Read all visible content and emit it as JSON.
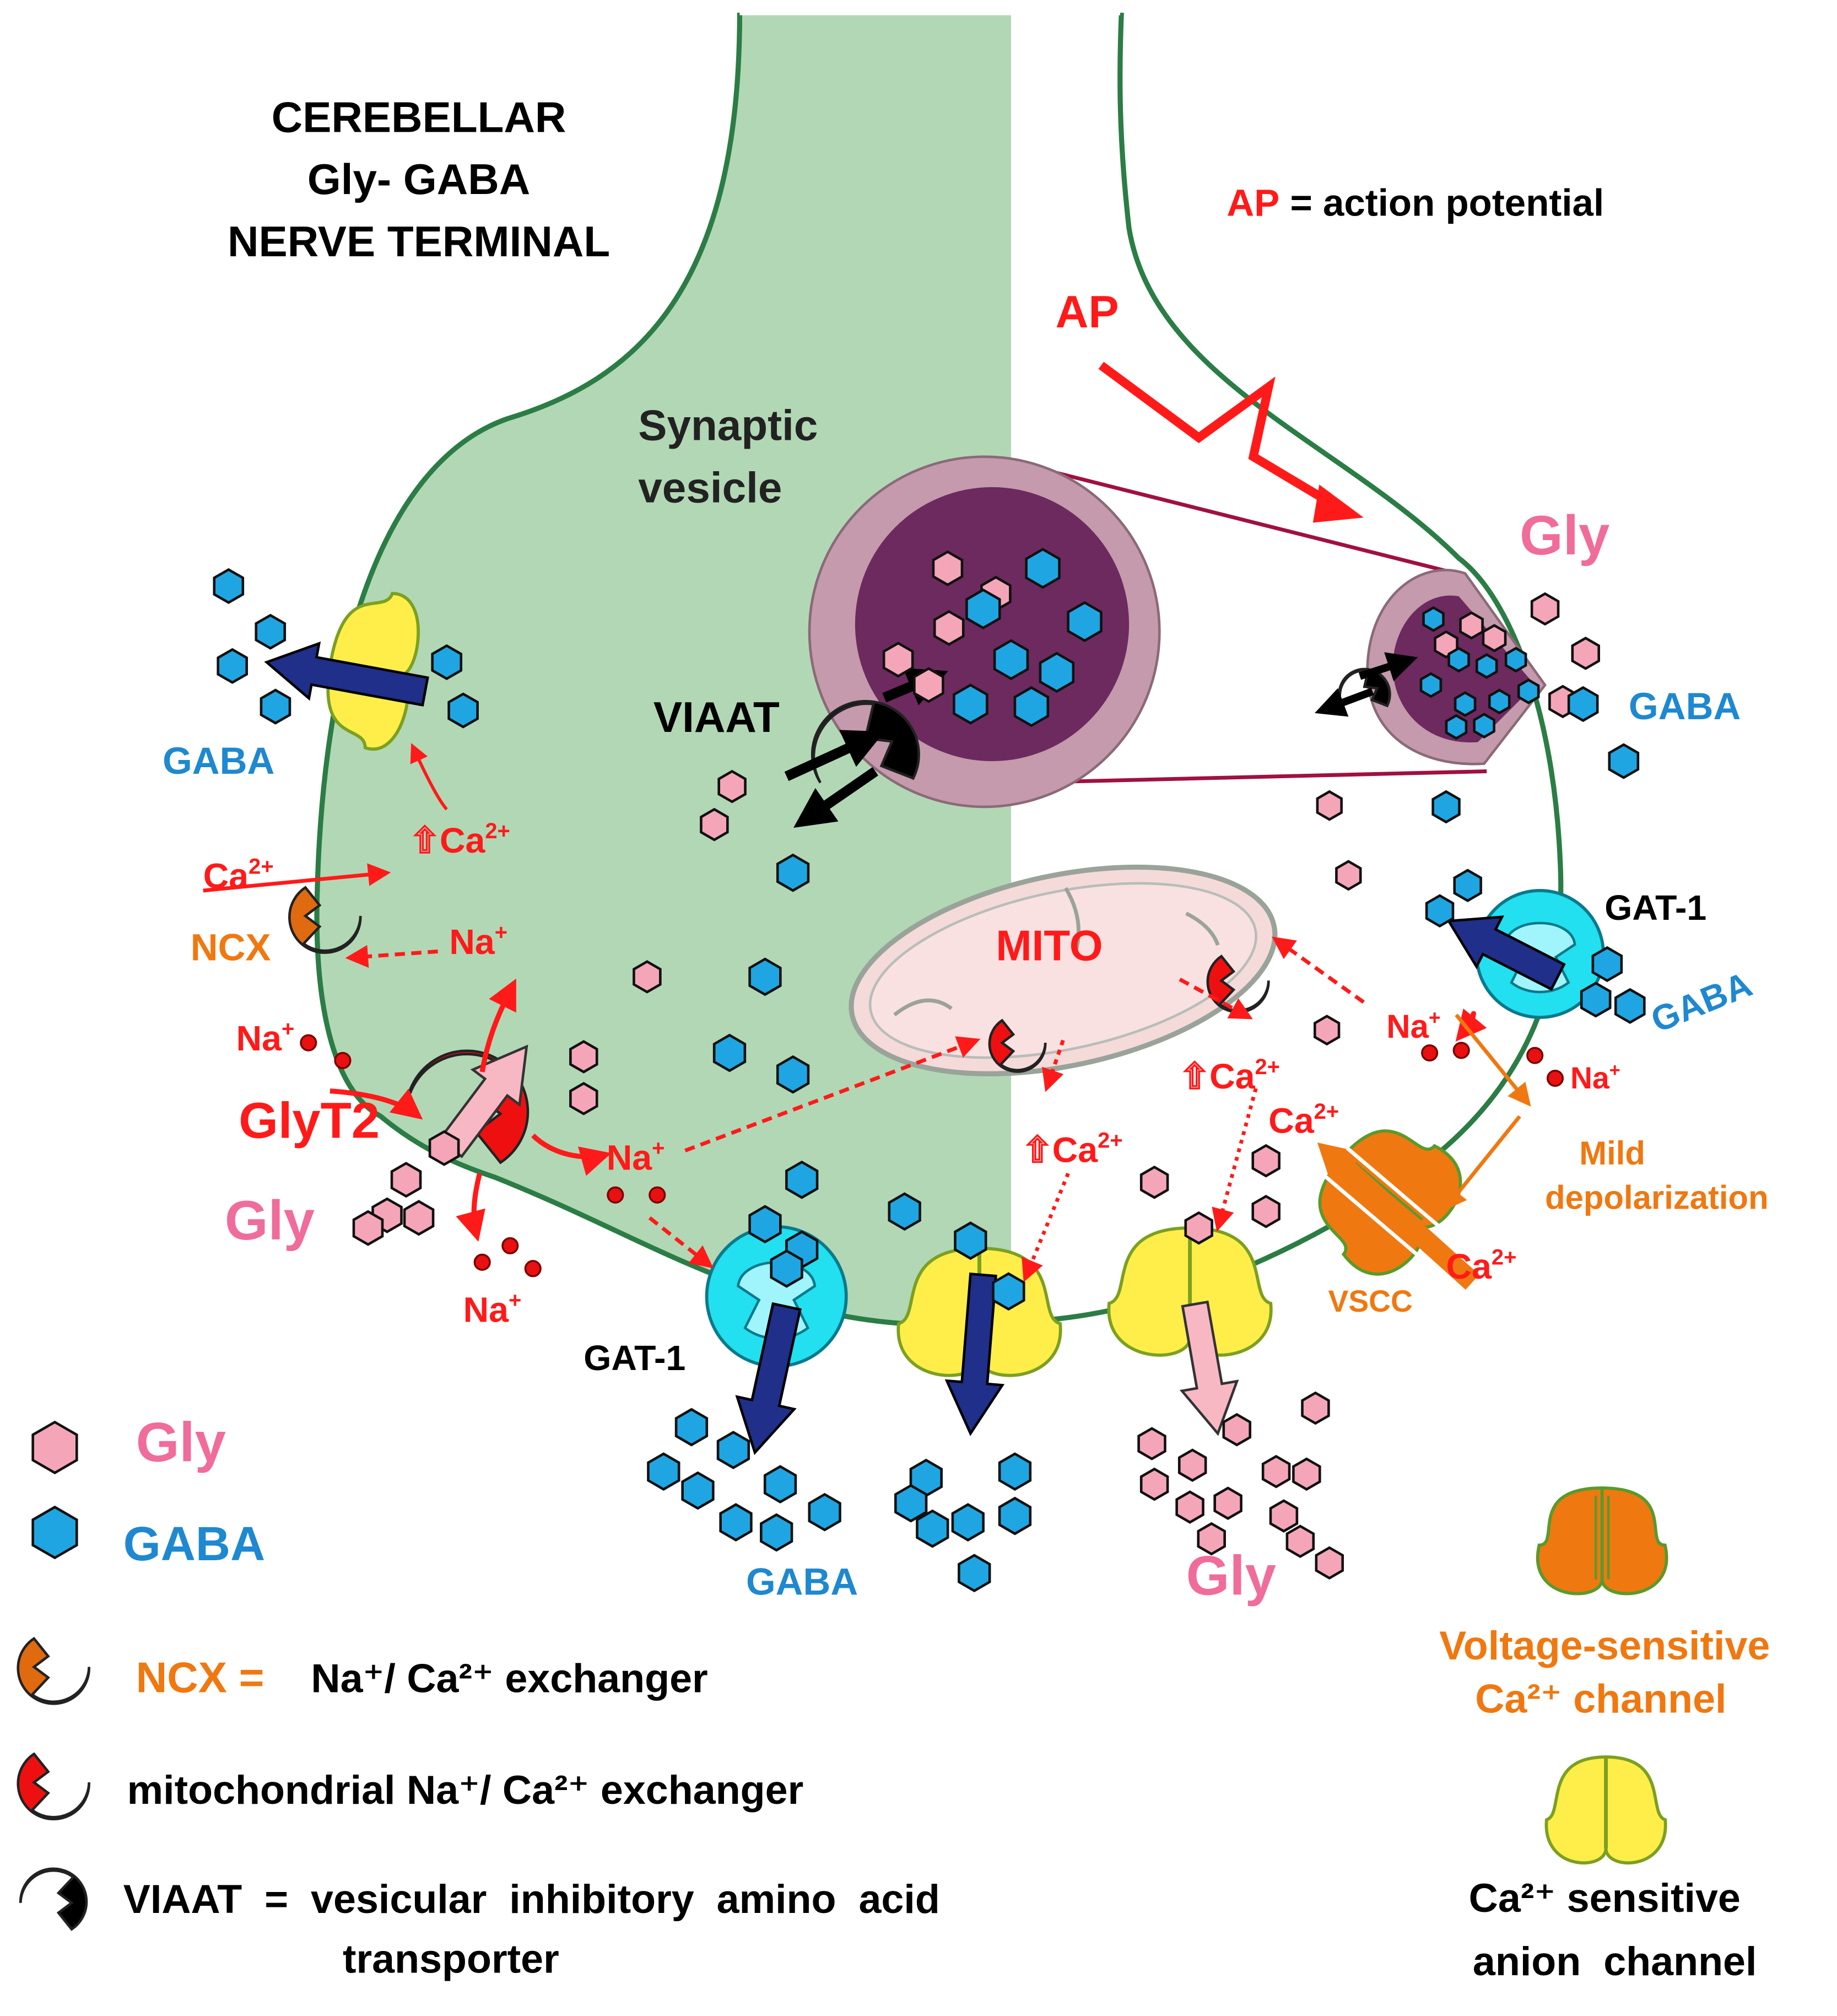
{
  "colors": {
    "gly": "#f4a6b8",
    "gly_text": "#f06c9b",
    "gaba": "#1fa6e2",
    "gaba_text": "#1e88d0",
    "red": "#ff1a1a",
    "orange": "#f07810",
    "navy": "#1f2f8a",
    "terminal_fill": "#b2d7b5",
    "membrane": "#2b7d45",
    "vesicle_outer": "#c49aac",
    "vesicle_inner": "#6d2a5e"
  },
  "title": [
    "CEREBELLAR",
    "Gly- GABA",
    "NERVE TERMINAL"
  ],
  "ap_legend": {
    "abbr": "AP",
    "definition": " = action potential"
  },
  "labels": {
    "ap": "AP",
    "synaptic_vesicle": [
      "Synaptic",
      "vesicle"
    ],
    "viaat": "VIAAT",
    "gly": "Gly",
    "gaba": "GABA",
    "gat1": "GAT-1",
    "mito": "MITO",
    "glyt2": "GlyT2",
    "ncx": "NCX",
    "na": "Na",
    "na_sup": "+",
    "ca": "Ca",
    "ca_sup": "2+",
    "up_arrow": "⇧",
    "vscc": "VSCC",
    "mild_depolarization": [
      "Mild",
      "depolarization"
    ]
  },
  "legend": {
    "gly": "Gly",
    "gaba": "GABA",
    "ncx": {
      "abbr": "NCX =",
      "text": "Na⁺/ Ca²⁺ exchanger"
    },
    "mito_exchanger": "mitochondrial  Na⁺/ Ca²⁺ exchanger",
    "viaat": {
      "line1": "VIAAT  =  vesicular  inhibitory  amino  acid",
      "line2": "transporter"
    },
    "vscc": {
      "line1": "Voltage-sensitive",
      "line2": "Ca²⁺ channel"
    },
    "anion": {
      "line1": "Ca²⁺ sensitive",
      "line2": "anion  channel"
    }
  }
}
